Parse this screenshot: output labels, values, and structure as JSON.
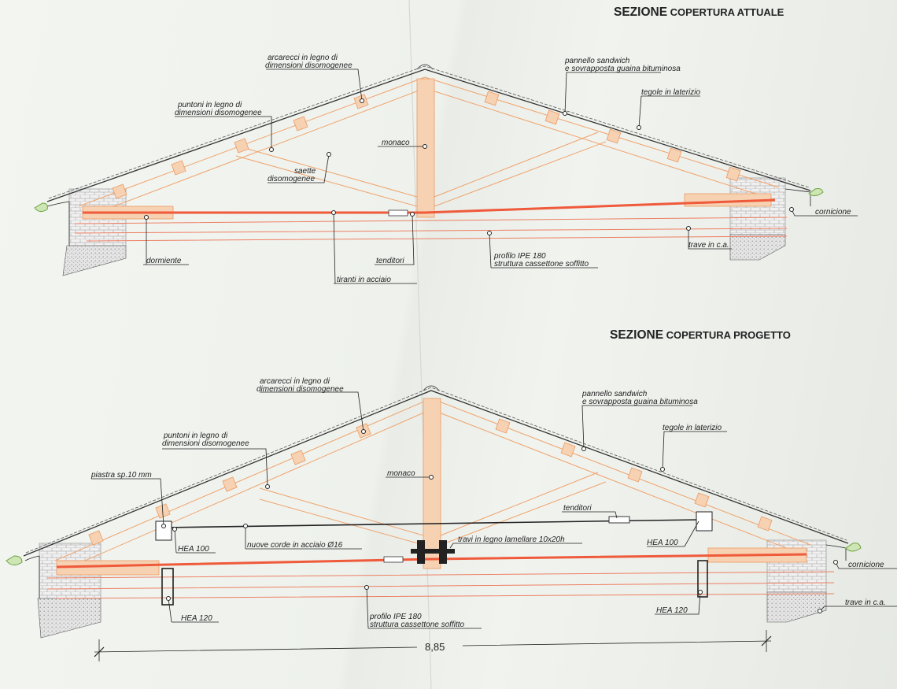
{
  "titles": {
    "existing": {
      "bold": "SEZIONE",
      "rest": " COPERTURA ATTUALE"
    },
    "project": {
      "bold": "SEZIONE",
      "rest": " COPERTURA PROGETTO"
    }
  },
  "existing_labels": {
    "purlins_1": "arcarecci in legno di",
    "purlins_2": "dimensioni disomogenee",
    "rafters_1": "puntoni in legno di",
    "rafters_2": "dimensioni disomogenee",
    "braces_1": "saette",
    "braces_2": "disomogenee",
    "king_post": "monaco",
    "sandwich_1": "pannello sandwich",
    "sandwich_2": "e sovrapposta guaina bituminosa",
    "tiles": "tegole in laterizio",
    "cornice": "cornicione",
    "rc_beam": "trave in c.a.",
    "sleeper": "dormiente",
    "turnbuckles": "tenditori",
    "steel_ties": "tiranti in acciaio",
    "ipe_1": "profilo IPE 180",
    "ipe_2": "struttura cassettone soffitto"
  },
  "project_labels": {
    "purlins_1": "arcarecci in legno di",
    "purlins_2": "dimensioni disomogenee",
    "rafters_1": "puntoni in legno di",
    "rafters_2": "dimensioni disomogenee",
    "plate": "piastra sp.10 mm",
    "king_post": "monaco",
    "sandwich_1": "pannello sandwich",
    "sandwich_2": "e sovrapposta guaina bituminosa",
    "tiles": "tegole in laterizio",
    "turnbuckles": "tenditori",
    "hea100_left": "HEA 100",
    "hea100_right": "HEA 100",
    "steel_chords": "nuove corde in acciaio Ø16",
    "glulam": "travi in legno lamellare 10x20h",
    "cornice": "cornicione",
    "rc_beam": "trave in c.a.",
    "hea120_left": "HEA 120",
    "hea120_right": "HEA 120",
    "ipe_1": "profilo IPE 180",
    "ipe_2": "struttura cassettone soffitto"
  },
  "dimension": {
    "span": "8,85"
  },
  "colors": {
    "timber": "#f0a36c",
    "tie_red": "#ef5a3b",
    "cornice_green": "#6aa443"
  }
}
